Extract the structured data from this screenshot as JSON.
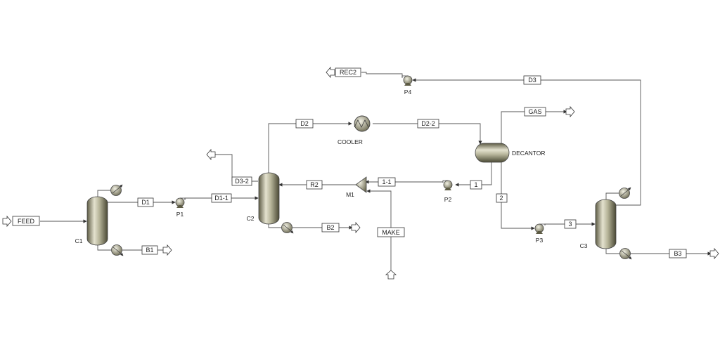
{
  "colors": {
    "line": "#555555",
    "vessel_light": "#e4e2cf",
    "vessel_dark": "#5d5b44",
    "background": "#ffffff"
  },
  "icons": {
    "feed_arrow": "block-arrow-icon",
    "column": "distillation-column-icon",
    "condenser": "heat-exchanger-icon",
    "pump": "pump-icon",
    "mixer": "mixer-icon",
    "decanter": "decanter-icon"
  },
  "units": {
    "c1": "C1",
    "c2": "C2",
    "c3": "C3",
    "p1": "P1",
    "p2": "P2",
    "p3": "P3",
    "p4": "P4",
    "cooler": "COOLER",
    "decantor": "DECANTOR",
    "m1": "M1"
  },
  "streams": {
    "feed": "FEED",
    "d1": "D1",
    "b1": "B1",
    "d1_1": "D1-1",
    "d3_2": "D3-2",
    "d2": "D2",
    "b2": "B2",
    "r2": "R2",
    "d2_2": "D2-2",
    "gas": "GAS",
    "s1": "1",
    "s1_1": "1-1",
    "make": "MAKE",
    "s2": "2",
    "s3": "3",
    "d3": "D3",
    "rec2": "REC2",
    "b3": "B3"
  }
}
